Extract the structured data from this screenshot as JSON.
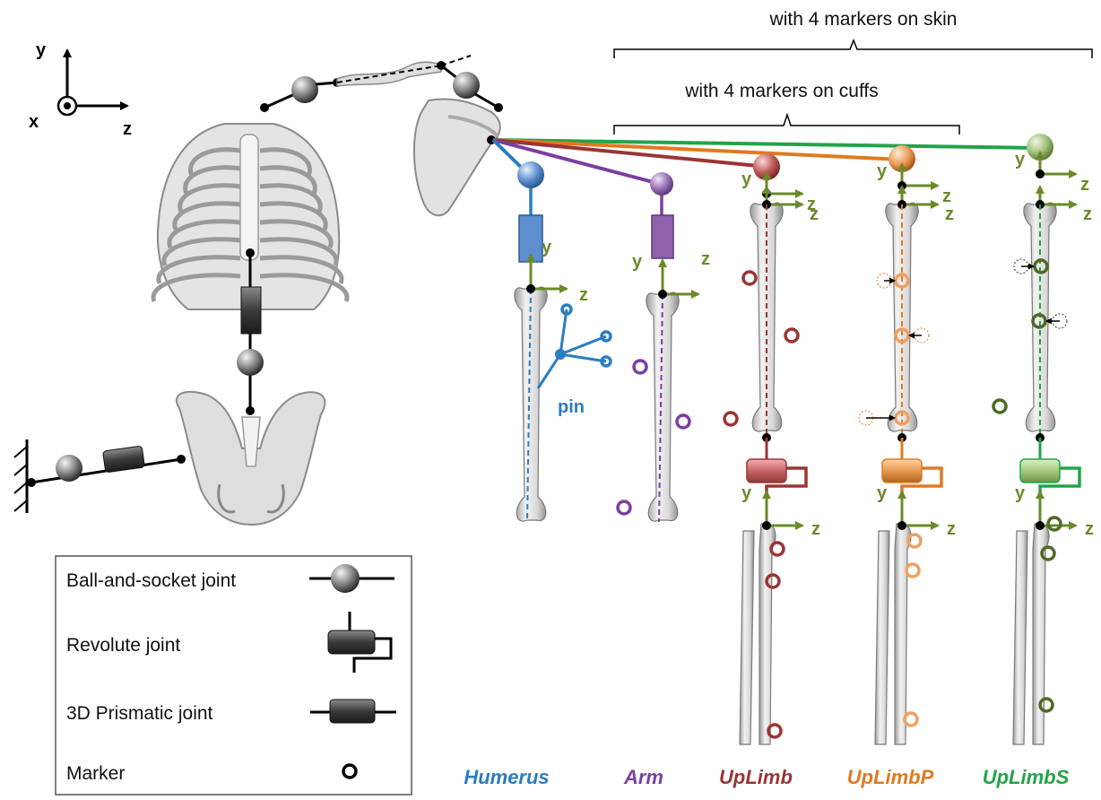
{
  "frame_axes": {
    "y": "y",
    "x": "x",
    "z": "z"
  },
  "brackets": {
    "skin": "with 4 markers on skin",
    "cuffs": "with 4 markers on cuffs"
  },
  "pin_label": "pin",
  "models": [
    {
      "name": "Humerus",
      "color": "#2a7dc0"
    },
    {
      "name": "Arm",
      "color": "#7a3fa0"
    },
    {
      "name": "UpLimb",
      "color": "#9b3535"
    },
    {
      "name": "UpLimbP",
      "color": "#e07a20"
    },
    {
      "name": "UpLimbS",
      "color": "#23a34a"
    }
  ],
  "axis_color": "#6a8a2a",
  "legend": {
    "ball": "Ball-and-socket joint",
    "revolute": "Revolute joint",
    "prismatic": "3D Prismatic joint",
    "marker": "Marker"
  }
}
